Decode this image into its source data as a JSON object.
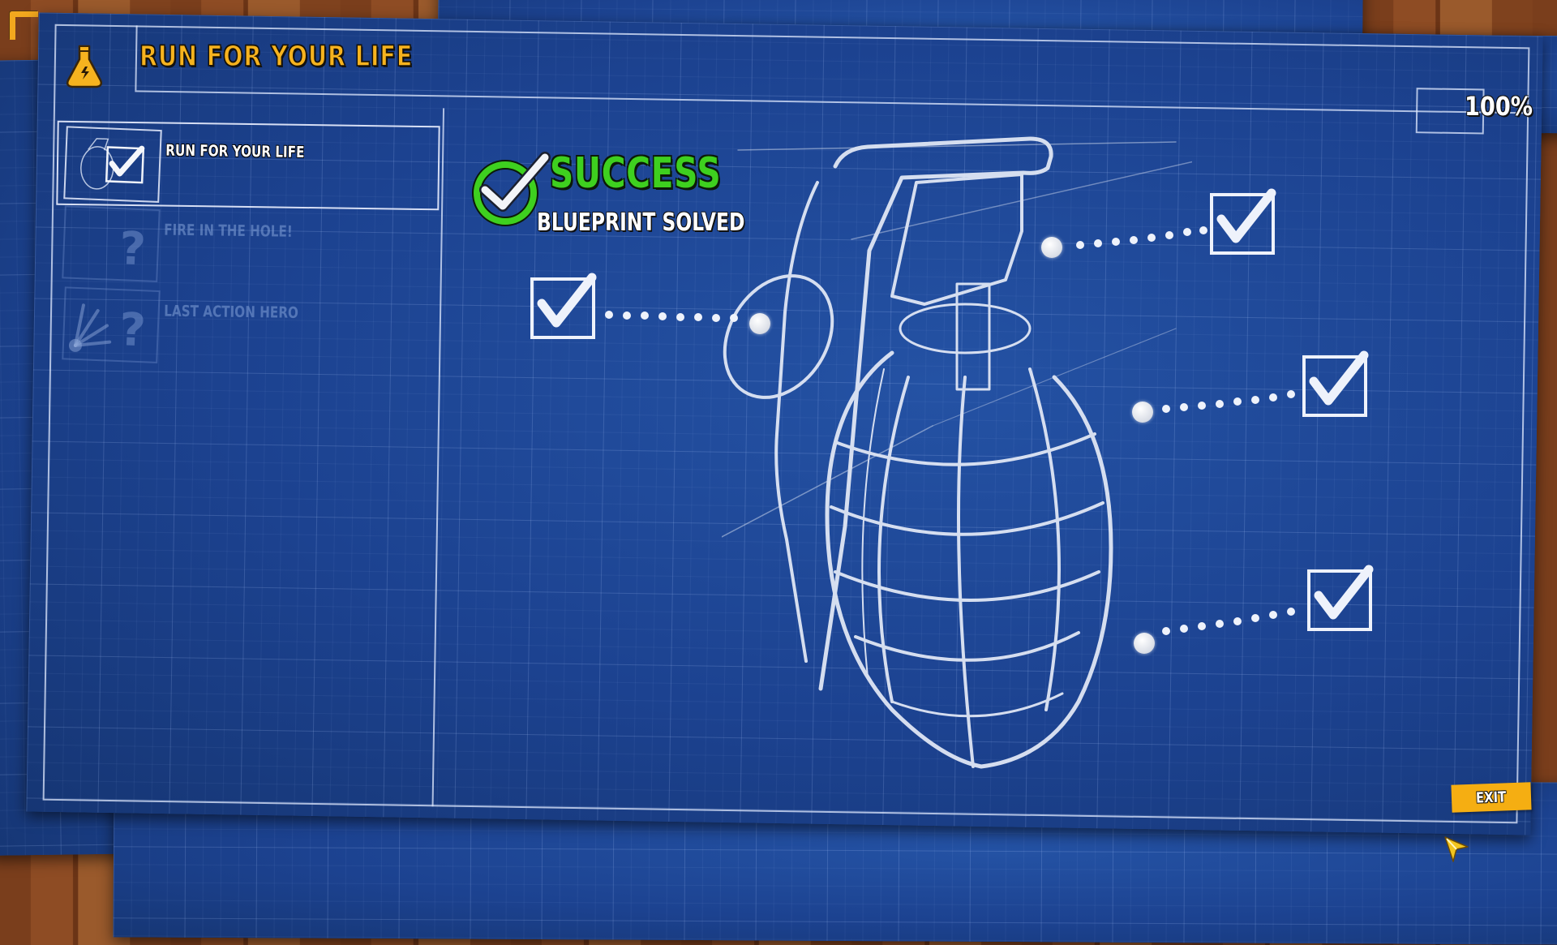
{
  "header": {
    "title": "RUN FOR YOUR LIFE",
    "icon": "flask-icon",
    "completion_percent": "100%"
  },
  "levels": [
    {
      "label": "RUN FOR YOUR LIFE",
      "state": "completed",
      "selected": true,
      "thumbnail": "grenade-check-thumbnail"
    },
    {
      "label": "FIRE IN THE HOLE!",
      "state": "locked",
      "selected": false,
      "thumbnail": "question-mark-icon"
    },
    {
      "label": "LAST ACTION HERO",
      "state": "locked",
      "selected": false,
      "thumbnail": "explosion-question-icon"
    }
  ],
  "result": {
    "status": "SUCCESS",
    "message": "BLUEPRINT SOLVED",
    "icon": "green-check-circle-icon"
  },
  "blueprint": {
    "subject": "grenade-sketch",
    "checkpoints": [
      {
        "id": "pin-ring",
        "checked": true
      },
      {
        "id": "lever-top",
        "checked": true
      },
      {
        "id": "body-shoulder",
        "checked": true
      },
      {
        "id": "body-lower",
        "checked": true
      }
    ]
  },
  "footer": {
    "exit_label": "EXIT"
  },
  "colors": {
    "blueprint_bg": "#1d4592",
    "title_yellow": "#f6b31f",
    "success_green": "#3ed01f",
    "exit_button": "#f5ae12",
    "line_white": "#e8eefb"
  }
}
